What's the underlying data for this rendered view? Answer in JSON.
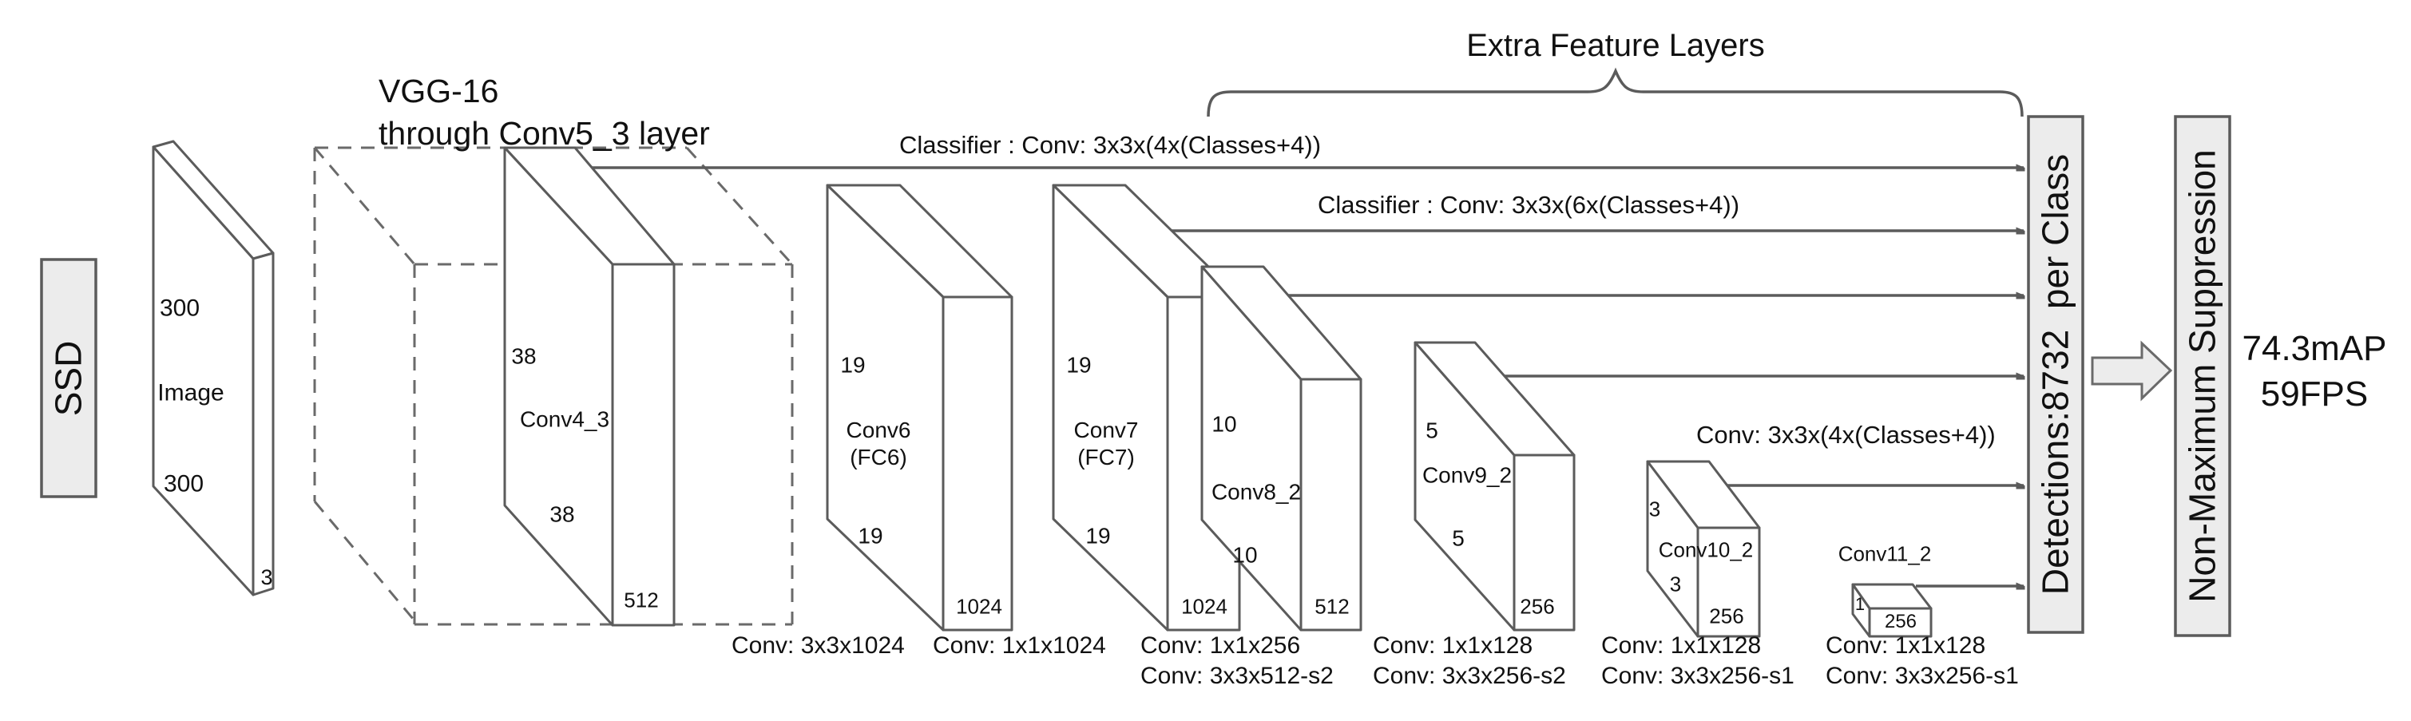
{
  "model_label": "SSD",
  "backbone": {
    "line1": "VGG-16",
    "line2": "through Conv5_3 layer"
  },
  "extra_feature_layers_title": "Extra Feature Layers",
  "classifiers": {
    "conv4_3": "Classifier : Conv: 3x3x(4x(Classes+4))",
    "conv7": "Classifier : Conv: 3x3x(6x(Classes+4))",
    "conv10_2": "Conv: 3x3x(4x(Classes+4))"
  },
  "input": {
    "name": "Image",
    "dim_h": "300",
    "dim_w": "300",
    "channels": "3"
  },
  "layers": {
    "conv4_3": {
      "name": "Conv4_3",
      "dim_h": "38",
      "dim_w": "38",
      "channels": "512"
    },
    "conv6": {
      "name": "Conv6",
      "alias": "(FC6)",
      "dim_h": "19",
      "dim_w": "19",
      "channels": "1024",
      "op1": "Conv: 3x3x1024"
    },
    "conv7": {
      "name": "Conv7",
      "alias": "(FC7)",
      "dim_h": "19",
      "dim_w": "19",
      "channels": "1024",
      "op1": "Conv: 1x1x1024"
    },
    "conv8_2": {
      "name": "Conv8_2",
      "dim_h": "10",
      "dim_w": "10",
      "channels": "512",
      "op1": "Conv: 1x1x256",
      "op2": "Conv: 3x3x512-s2"
    },
    "conv9_2": {
      "name": "Conv9_2",
      "dim_h": "5",
      "dim_w": "5",
      "channels": "256",
      "op1": "Conv: 1x1x128",
      "op2": "Conv: 3x3x256-s2"
    },
    "conv10_2": {
      "name": "Conv10_2",
      "dim_h": "3",
      "dim_w": "3",
      "channels": "256",
      "op1": "Conv: 1x1x128",
      "op2": "Conv: 3x3x256-s1"
    },
    "conv11_2": {
      "name": "Conv11_2",
      "dim_h": "1",
      "channels": "256",
      "op1": "Conv: 1x1x128",
      "op2": "Conv: 3x3x256-s1"
    }
  },
  "detections_label": "Detections:8732  per Class",
  "nms_label": "Non-Maximum Suppression",
  "results": {
    "map": "74.3mAP",
    "fps": "59FPS"
  },
  "colors": {
    "stroke": "#5b5b5b",
    "dashed_stroke": "#6a6a6a",
    "bar_fill": "#ececec",
    "box_fill": "#ffffff",
    "text": "#111111"
  }
}
